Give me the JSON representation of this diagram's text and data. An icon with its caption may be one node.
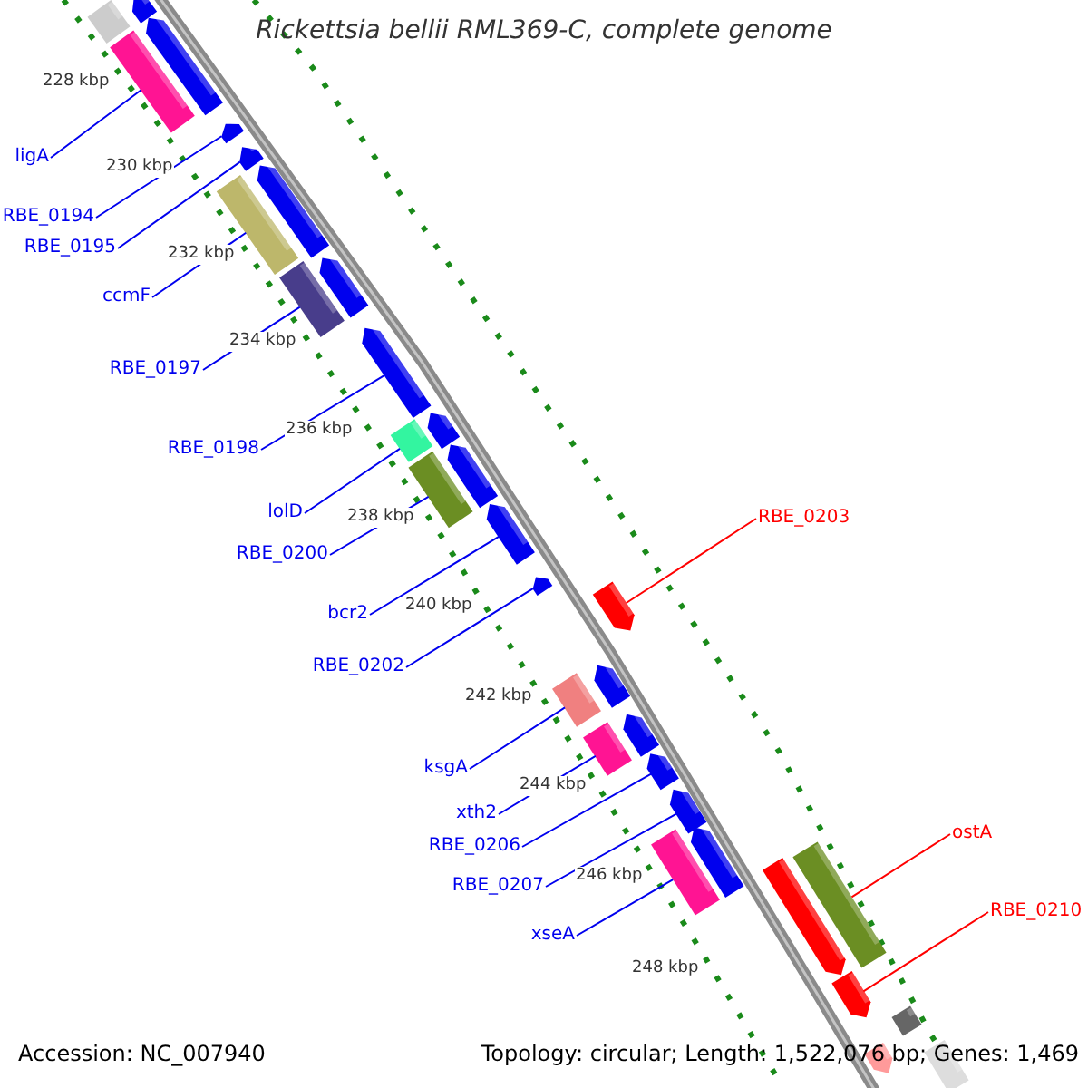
{
  "diagram": {
    "title": "Rickettsia bellii RML369-C, complete genome",
    "nodes": [
      {
        "text": [
          "ligA"
        ]
      },
      {
        "text": [
          "RBE_0194"
        ]
      },
      {
        "text": [
          "RBE_0195"
        ]
      },
      {
        "text": [
          "ccmF"
        ]
      },
      {
        "text": [
          "RBE_0197"
        ]
      },
      {
        "text": [
          "RBE_0198"
        ]
      },
      {
        "text": [
          "lolD"
        ]
      },
      {
        "text": [
          "RBE_0200"
        ]
      },
      {
        "text": [
          "bcr2"
        ]
      },
      {
        "text": [
          "RBE_0202"
        ]
      },
      {
        "text": [
          "ksgA"
        ]
      },
      {
        "text": [
          "xth2"
        ]
      },
      {
        "text": [
          "RBE_0206"
        ]
      },
      {
        "text": [
          "RBE_0207"
        ]
      },
      {
        "text": [
          "xseA"
        ]
      },
      {
        "text": [
          "RBE_0203"
        ]
      },
      {
        "text": [
          "ostA"
        ]
      },
      {
        "text": [
          "RBE_0210"
        ]
      },
      {
        "text": [],
        "shape": "bar"
      },
      {
        "text": [],
        "shape": "arrow"
      },
      {
        "text": [],
        "shape": "arrow"
      },
      {
        "text": [],
        "shape": "bar"
      },
      {
        "text": [],
        "shape": "bar"
      },
      {
        "text": [],
        "shape": "arrow"
      },
      {
        "text": [],
        "shape": "bar"
      },
      {
        "text": [],
        "shape": "bar"
      },
      {
        "text": [],
        "shape": "arrow"
      },
      {
        "text": [],
        "shape": "arrow"
      },
      {
        "text": [],
        "shape": "bar"
      },
      {
        "text": [],
        "shape": "bar"
      },
      {
        "text": [],
        "shape": "arrow"
      },
      {
        "text": [],
        "shape": "arrow"
      },
      {
        "text": [],
        "shape": "bar"
      },
      {
        "text": [],
        "shape": "arrow"
      },
      {
        "text": [],
        "shape": "bar"
      },
      {
        "text": [],
        "shape": "arrow"
      },
      {
        "text": [],
        "shape": "arrow"
      },
      {
        "text": [],
        "shape": "bar"
      },
      {
        "text": [],
        "shape": "arrow"
      },
      {
        "text": [],
        "shape": "arrow"
      },
      {
        "text": [],
        "shape": "arrow"
      },
      {
        "text": [],
        "shape": "arrow"
      },
      {
        "text": [],
        "shape": "arrow"
      },
      {
        "text": [],
        "shape": "arrow"
      },
      {
        "text": [],
        "shape": "arrow"
      },
      {
        "text": [],
        "shape": "arrow"
      },
      {
        "text": [],
        "shape": "arrow"
      },
      {
        "text": [],
        "shape": "bar"
      },
      {
        "text": [],
        "shape": "arrow"
      },
      {
        "text": [],
        "shape": "bar"
      }
    ],
    "edges": [
      {
        "from": 0,
        "to": 18,
        "arrow": "none"
      },
      {
        "from": 1,
        "to": 19,
        "arrow": "none"
      },
      {
        "from": 2,
        "to": 20,
        "arrow": "none"
      },
      {
        "from": 3,
        "to": 21,
        "arrow": "none"
      },
      {
        "from": 4,
        "to": 22,
        "arrow": "none"
      },
      {
        "from": 5,
        "to": 23,
        "arrow": "none"
      },
      {
        "from": 6,
        "to": 24,
        "arrow": "none"
      },
      {
        "from": 7,
        "to": 25,
        "arrow": "none"
      },
      {
        "from": 8,
        "to": 26,
        "arrow": "none"
      },
      {
        "from": 9,
        "to": 27,
        "arrow": "none"
      },
      {
        "from": 10,
        "to": 28,
        "arrow": "none"
      },
      {
        "from": 11,
        "to": 29,
        "arrow": "none"
      },
      {
        "from": 12,
        "to": 30,
        "arrow": "none"
      },
      {
        "from": 13,
        "to": 31,
        "arrow": "none"
      },
      {
        "from": 14,
        "to": 32,
        "arrow": "none"
      },
      {
        "from": 15,
        "to": 33,
        "arrow": "none",
        "color": "#ff0000"
      },
      {
        "from": 16,
        "to": 34,
        "arrow": "none",
        "color": "#ff0000"
      },
      {
        "from": 17,
        "to": 35,
        "arrow": "none",
        "color": "#ff0000"
      }
    ],
    "labels": [
      "228 kbp",
      "230 kbp",
      "232 kbp",
      "234 kbp",
      "236 kbp",
      "238 kbp",
      "240 kbp",
      "242 kbp",
      "244 kbp",
      "246 kbp",
      "248 kbp",
      "Accession: NC_007940",
      "Topology: circular; Length: 1,522,076 bp; Genes: 1,469"
    ]
  }
}
